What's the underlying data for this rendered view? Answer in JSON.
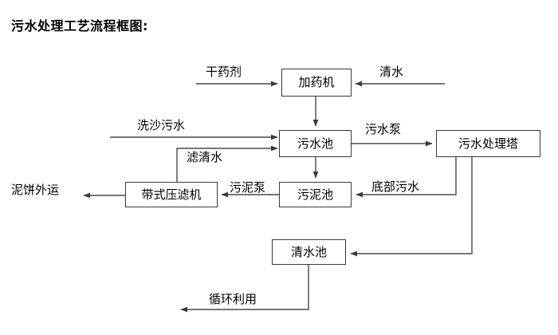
{
  "diagram": {
    "title": "污水处理工艺流程框图:",
    "type": "process-flow-block-diagram",
    "nodes": [
      {
        "id": "dosing_machine",
        "label": "加药机"
      },
      {
        "id": "wastewater_pool",
        "label": "污水池"
      },
      {
        "id": "treatment_tower",
        "label": "污水处理塔"
      },
      {
        "id": "belt_filter_press",
        "label": "带式压滤机"
      },
      {
        "id": "sludge_pool",
        "label": "污泥池"
      },
      {
        "id": "clear_water_pool",
        "label": "清水池"
      }
    ],
    "terminals": [
      {
        "id": "dry_chemical",
        "label": "干药剂"
      },
      {
        "id": "clean_water_in",
        "label": "清水"
      },
      {
        "id": "sand_wash_wastewater",
        "label": "洗沙污水"
      },
      {
        "id": "mud_cake_out",
        "label": "泥饼外运"
      }
    ],
    "edge_labels": [
      {
        "id": "wastewater_pump",
        "label": "污水泵"
      },
      {
        "id": "filtrate_water",
        "label": "滤清水"
      },
      {
        "id": "sludge_pump",
        "label": "污泥泵"
      },
      {
        "id": "bottom_wastewater",
        "label": "底部污水"
      },
      {
        "id": "recycle_reuse",
        "label": "循环利用"
      }
    ],
    "colors": {
      "background": "#ffffff",
      "box_border": "#3a3a3a",
      "connector": "#4a4a4a",
      "text": "#000000"
    }
  }
}
